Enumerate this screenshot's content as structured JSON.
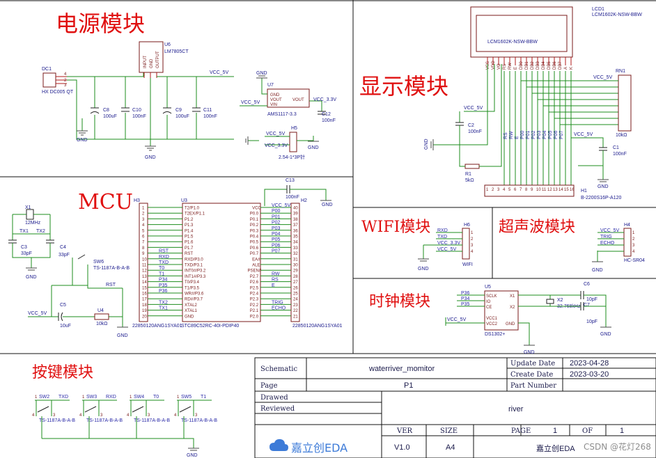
{
  "sections": {
    "power": "电源模块",
    "display": "显示模块",
    "mcu": "MCU",
    "wifi": "WIFI模块",
    "ultrasonic": "超声波模块",
    "clock": "时钟模块",
    "keys": "按键模块"
  },
  "power": {
    "dc1": "DC1",
    "dc1_part": "HX DC005 QT",
    "u6": "U6",
    "u6_part": "LM7805CT",
    "u6_pins": [
      "INPUT",
      "GND",
      "OUTPUT"
    ],
    "vcc5": "VCC_5V",
    "caps": [
      {
        "ref": "C8",
        "val": "100uF"
      },
      {
        "ref": "C10",
        "val": "100nF"
      },
      {
        "ref": "C9",
        "val": "100uF"
      },
      {
        "ref": "C11",
        "val": "100nF"
      }
    ],
    "gnd": "GND",
    "u7": "U7",
    "u7_part": "AMS1117-3.3",
    "u7_pins": [
      "GND",
      "VOUT",
      "VIN",
      "VOUT"
    ],
    "vcc33": "VCC_3.3V",
    "c12": "C12",
    "c12_val": "100nF",
    "h5": "H5",
    "h5_part": "2.54-1*3P针"
  },
  "display": {
    "lcd_ref": "LCD1",
    "lcd_part": "LCM1602K-NSW-BBW",
    "lcd_label": "LCM1602K-NSW-BBW",
    "lcd_pins": [
      "VSS",
      "VDD",
      "VO",
      "RS",
      "RW",
      "E",
      "DB0",
      "DB1",
      "DB2",
      "DB3",
      "DB4",
      "DB5",
      "DB6",
      "DB7",
      "A",
      "K"
    ],
    "rn1": "RN1",
    "rn1_val": "10kΩ",
    "c2": "C2",
    "c2_val": "100nF",
    "c1": "C1",
    "c1_val": "100nF",
    "r1": "R1",
    "r1_val": "5kΩ",
    "h1": "H1",
    "h1_part": "B-2200S16P-A120",
    "h1_nets": [
      "RS",
      "RW",
      "E",
      "P00",
      "P01",
      "P02",
      "P03",
      "P04",
      "P05",
      "P06",
      "P07"
    ],
    "vcc5": "VCC_5V",
    "gnd": "GND"
  },
  "mcu": {
    "h3": "H3",
    "u3": "U3",
    "h2": "H2",
    "x1": "X1",
    "x1_val": "12MHz",
    "c3": "C3",
    "c3_val": "33pF",
    "c4": "C4",
    "c4_val": "33pF",
    "tx1": "TX1",
    "tx2": "TX2",
    "sw6": "SW6",
    "sw6_part": "TS-1187A-B-A-B",
    "rst": "RST",
    "c5": "C5",
    "c5_val": "10uF",
    "u4": "U4",
    "u4_val": "10kΩ",
    "vcc5": "VCC_5V",
    "gnd": "GND",
    "c13": "C13",
    "c13_val": "100nF",
    "left_pins": [
      "T2/P1.0",
      "T2EX/P1.1",
      "P1.2",
      "P1.3",
      "P1.4",
      "P1.5",
      "P1.6",
      "P1.7",
      "RST",
      "RXD/P3.0",
      "TXD/P3.1",
      "INT0#/P3.2",
      "INT1#/P3.3",
      "T0/P3.4",
      "T1/P3.5",
      "WR#/P3.6",
      "RD#/P3.7",
      "XTAL2",
      "XTAL1",
      "GND"
    ],
    "right_pins": [
      "VCC",
      "P0.0",
      "P0.1",
      "P0.2",
      "P0.3",
      "P0.4",
      "P0.5",
      "P0.6",
      "P0.7",
      "EA#",
      "ALE",
      "PSEN#",
      "P2.7",
      "P2.6",
      "P2.5",
      "P2.4",
      "P2.3",
      "P2.2",
      "P2.1",
      "P2.0"
    ],
    "left_nets": [
      "",
      "",
      "",
      "",
      "",
      "",
      "",
      "",
      "RST",
      "RXD",
      "TXD",
      "T0",
      "T1",
      "P34",
      "P35",
      "P36",
      "",
      "TX2",
      "TX1",
      ""
    ],
    "right_nets": [
      "VCC_5V",
      "P00",
      "P01",
      "P02",
      "P03",
      "P04",
      "P05",
      "P06",
      "P07",
      "",
      "",
      "",
      "RW",
      "RS",
      "E",
      "",
      "",
      "TRIG",
      "ECHO",
      ""
    ],
    "h3_part": "22850120ANG1SYA01",
    "u3_part": "STC89C52RC-40I-PDIP40",
    "h2_part": "22850120ANG1SYA01"
  },
  "wifi": {
    "h6": "H6",
    "nets": [
      "RXD",
      "TXD",
      "VCC_3.3V",
      "VCC_5V"
    ],
    "part": "WIFI"
  },
  "ultrasonic": {
    "h4": "H4",
    "nets": [
      "VCC_5V",
      "TRIG",
      "ECHO",
      ""
    ],
    "part": "HC-SR04"
  },
  "clock": {
    "u5": "U5",
    "nets": [
      "P36",
      "P34",
      "P35"
    ],
    "pins_left": [
      "SCLK",
      "IO",
      "CE"
    ],
    "pins_bottom": [
      "VCC1",
      "VCC2",
      "GND"
    ],
    "x_pins": [
      "X1",
      "X2"
    ],
    "x2": "X2",
    "x2_val": "32.768kHz",
    "c6": "C6",
    "c6_val": "10pF",
    "c7": "C7",
    "c7_val": "10pF",
    "part": "DS1302+",
    "vcc5": "VCC_5V",
    "gnd": "GND"
  },
  "keys": {
    "buttons": [
      {
        "ref": "SW2",
        "net": "TXD",
        "part": "TS-1187A-B-A-B"
      },
      {
        "ref": "SW3",
        "net": "RXD",
        "part": "TS-1187A-B-A-B"
      },
      {
        "ref": "SW4",
        "net": "T0",
        "part": "TS-1187A-B-A-B"
      },
      {
        "ref": "SW5",
        "net": "T1",
        "part": "TS-1187A-B-A-B"
      }
    ],
    "gnd": "GND"
  },
  "titleblock": {
    "schematic_label": "Schematic",
    "project": "waterriver_momitor",
    "update_label": "Update Date",
    "update_val": "2023-04-28",
    "create_label": "Create Date",
    "create_val": "2023-03-20",
    "page_label": "Page",
    "page_val": "P1",
    "part_label": "Part Number",
    "drawed_label": "Drawed",
    "reviewed_label": "Reviewed",
    "company": "river",
    "ver_label": "VER",
    "size_label": "SIZE",
    "pg_label": "PAGE",
    "of_label": "OF",
    "ver_val": "V1.0",
    "size_val": "A4",
    "page_num": "1",
    "of_num": "1",
    "logo": "嘉立创EDA",
    "footer": "嘉立创EDA",
    "watermark": "CSDN @花灯268"
  },
  "colors": {
    "wire": "#1c8c1c",
    "title": "#e01010",
    "text": "#1a1a8c",
    "part": "#b01818"
  }
}
